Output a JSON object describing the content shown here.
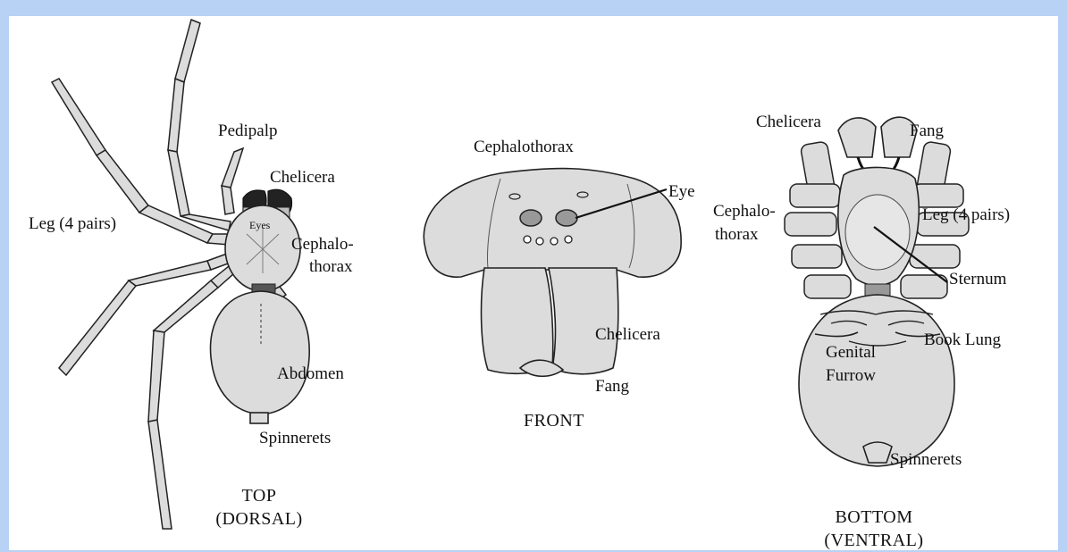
{
  "labels": {
    "pedipalp": "Pedipalp",
    "chelicera_top": "Chelicera",
    "leg_top": "Leg (4 pairs)",
    "eyes_top": "Eyes",
    "cephalo_top_1": "Cephalo-",
    "cephalo_top_2": "thorax",
    "abdomen": "Abdomen",
    "spinnerets_top": "Spinnerets",
    "cephalothorax_front": "Cephalothorax",
    "eye_front": "Eye",
    "chelicera_front": "Chelicera",
    "fang_front": "Fang",
    "chelicera_bottom": "Chelicera",
    "fang_bottom": "Fang",
    "cephalo_bottom_1": "Cephalo-",
    "cephalo_bottom_2": "thorax",
    "leg_bottom": "Leg (4 pairs)",
    "sternum": "Sternum",
    "book_lung": "Book Lung",
    "genital_1": "Genital",
    "genital_2": "Furrow",
    "spinnerets_bottom": "Spinnerets"
  },
  "captions": {
    "top_1": "TOP",
    "top_2": "(DORSAL)",
    "front": "FRONT",
    "bottom_1": "BOTTOM",
    "bottom_2": "(VENTRAL)"
  },
  "colors": {
    "border": "#b7d2f4",
    "background": "#ffffff",
    "body_fill": "#dcdcdc",
    "line": "#222222"
  }
}
